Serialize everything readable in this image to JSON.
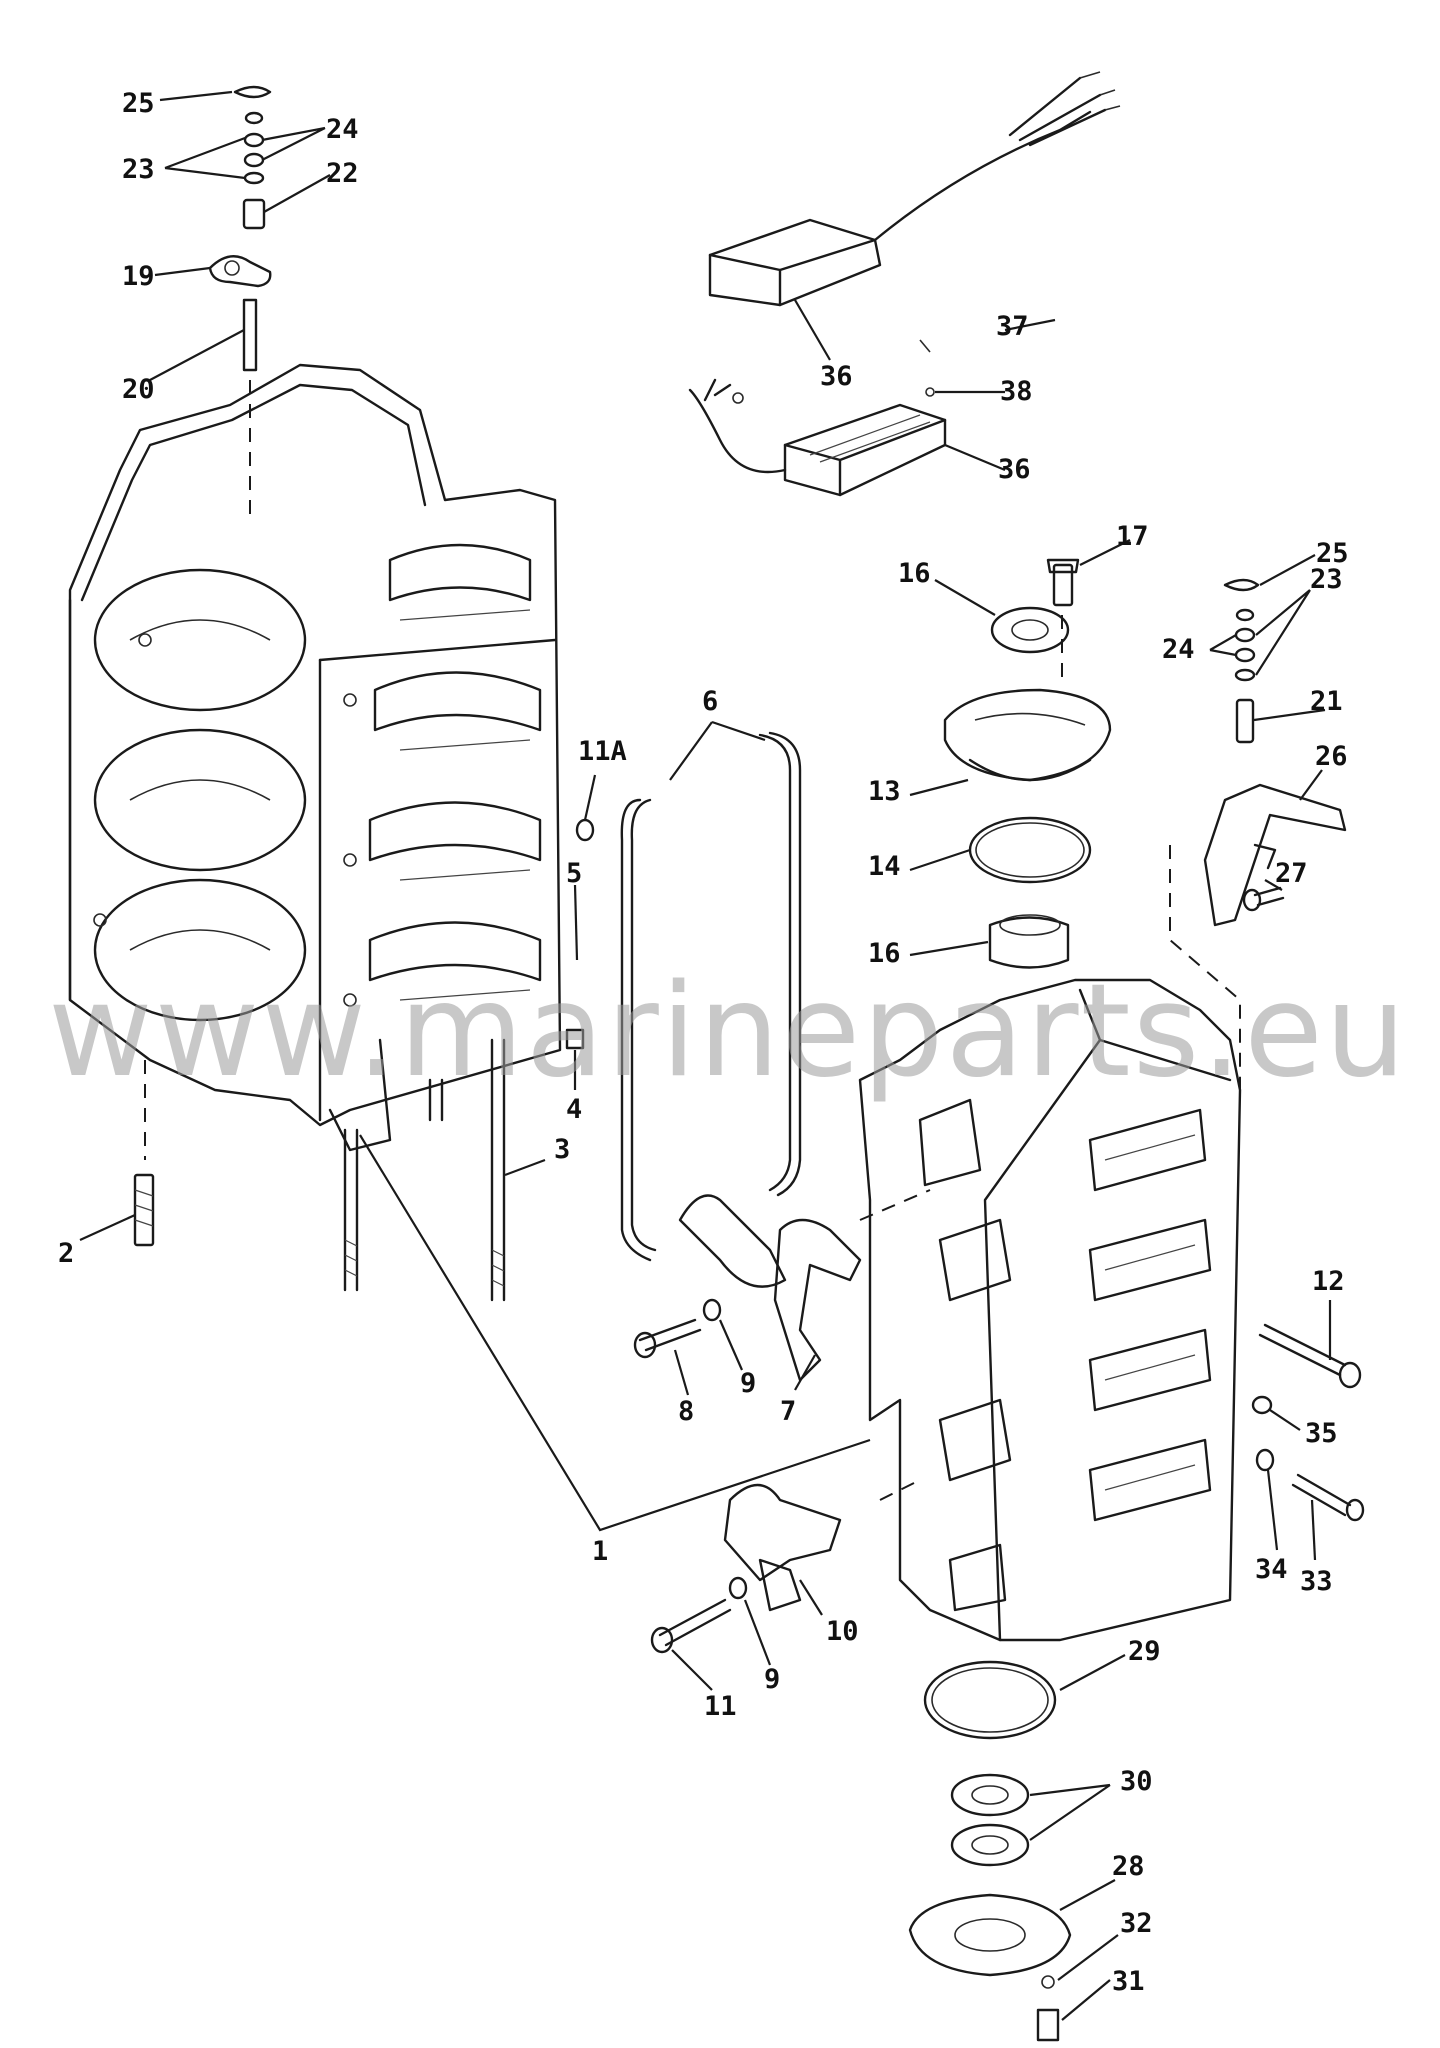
{
  "watermark": "www.marineparts.eu",
  "callouts": [
    {
      "id": "c25a",
      "text": "25"
    },
    {
      "id": "c24a",
      "text": "24"
    },
    {
      "id": "c23a",
      "text": "23"
    },
    {
      "id": "c22",
      "text": "22"
    },
    {
      "id": "c19",
      "text": "19"
    },
    {
      "id": "c20",
      "text": "20"
    },
    {
      "id": "c37",
      "text": "37"
    },
    {
      "id": "c36a",
      "text": "36"
    },
    {
      "id": "c38",
      "text": "38"
    },
    {
      "id": "c36b",
      "text": "36"
    },
    {
      "id": "c17",
      "text": "17"
    },
    {
      "id": "c16a",
      "text": "16"
    },
    {
      "id": "c25b",
      "text": "25"
    },
    {
      "id": "c23b",
      "text": "23"
    },
    {
      "id": "c24b",
      "text": "24"
    },
    {
      "id": "c21",
      "text": "21"
    },
    {
      "id": "c6",
      "text": "6"
    },
    {
      "id": "c11A",
      "text": "11A"
    },
    {
      "id": "c13",
      "text": "13"
    },
    {
      "id": "c26",
      "text": "26"
    },
    {
      "id": "c14",
      "text": "14"
    },
    {
      "id": "c27",
      "text": "27"
    },
    {
      "id": "c5",
      "text": "5"
    },
    {
      "id": "c16b",
      "text": "16"
    },
    {
      "id": "c4",
      "text": "4"
    },
    {
      "id": "c3",
      "text": "3"
    },
    {
      "id": "c2",
      "text": "2"
    },
    {
      "id": "c12",
      "text": "12"
    },
    {
      "id": "c8",
      "text": "8"
    },
    {
      "id": "c9a",
      "text": "9"
    },
    {
      "id": "c7",
      "text": "7"
    },
    {
      "id": "c35",
      "text": "35"
    },
    {
      "id": "c1",
      "text": "1"
    },
    {
      "id": "c34",
      "text": "34"
    },
    {
      "id": "c33",
      "text": "33"
    },
    {
      "id": "c10",
      "text": "10"
    },
    {
      "id": "c11",
      "text": "11"
    },
    {
      "id": "c9b",
      "text": "9"
    },
    {
      "id": "c29",
      "text": "29"
    },
    {
      "id": "c30",
      "text": "30"
    },
    {
      "id": "c28",
      "text": "28"
    },
    {
      "id": "c32",
      "text": "32"
    },
    {
      "id": "c31",
      "text": "31"
    }
  ]
}
